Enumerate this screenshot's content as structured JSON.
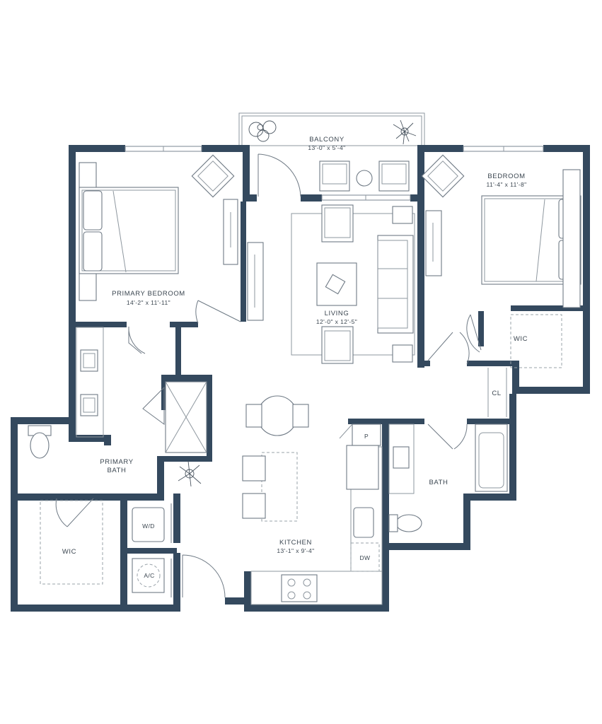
{
  "rooms": {
    "balcony": {
      "name": "BALCONY",
      "dims": "13'-0\" x 5'-4\""
    },
    "primary_bed": {
      "name": "PRIMARY BEDROOM",
      "dims": "14'-2\" x 11'-11\""
    },
    "living": {
      "name": "LIVING",
      "dims": "12'-0\" x 12'-5\""
    },
    "bedroom": {
      "name": "BEDROOM",
      "dims": "11'-4\" x 11'-8\""
    },
    "primary_bath": {
      "name": "PRIMARY",
      "name2": "BATH"
    },
    "kitchen": {
      "name": "KITCHEN",
      "dims": "13'-1\" x 9'-4\""
    },
    "bath": {
      "name": "BATH"
    },
    "wic_primary": {
      "name": "WIC"
    },
    "wic_bedroom": {
      "name": "WIC"
    },
    "closet": {
      "name": "CL"
    }
  },
  "fixtures": {
    "washer_dryer": "W/D",
    "ac": "A/C",
    "dishwasher": "DW",
    "pantry": "P"
  },
  "colors": {
    "wall": "#34495e",
    "label": "#3b4650"
  }
}
